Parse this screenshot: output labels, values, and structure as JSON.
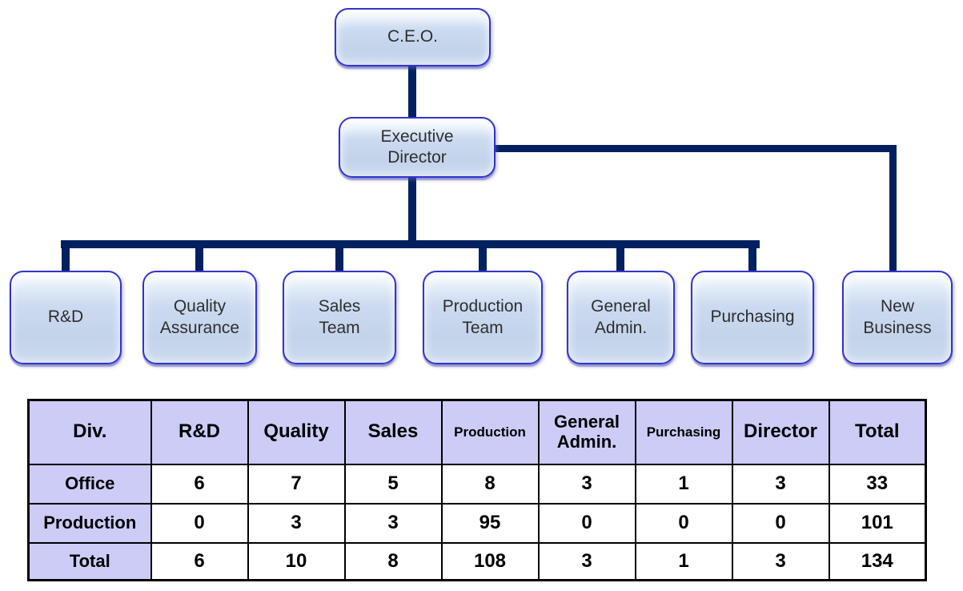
{
  "org_chart": {
    "nodes": [
      {
        "name": "ceo",
        "lines": [
          "C.E.O."
        ]
      },
      {
        "name": "executive-director",
        "lines": [
          "Executive",
          "Director"
        ]
      },
      {
        "name": "rnd",
        "lines": [
          "R&D"
        ]
      },
      {
        "name": "quality-assurance",
        "lines": [
          "Quality",
          "Assurance"
        ]
      },
      {
        "name": "sales-team",
        "lines": [
          "Sales",
          "Team"
        ]
      },
      {
        "name": "production-team",
        "lines": [
          "Production",
          "Team"
        ]
      },
      {
        "name": "general-admin",
        "lines": [
          "General",
          "Admin."
        ]
      },
      {
        "name": "purchasing",
        "lines": [
          "Purchasing"
        ]
      },
      {
        "name": "new-business",
        "lines": [
          "New",
          "Business"
        ]
      }
    ]
  },
  "staff_table": {
    "columns": [
      "Div.",
      "R&D",
      "Quality",
      "Sales",
      "Production",
      "General Admin.",
      "Purchasing",
      "Director",
      "Total"
    ],
    "rows": [
      {
        "label": "Office",
        "values": [
          6,
          7,
          5,
          8,
          3,
          1,
          3,
          33
        ]
      },
      {
        "label": "Production",
        "values": [
          0,
          3,
          3,
          95,
          0,
          0,
          0,
          101
        ]
      },
      {
        "label": "Total",
        "values": [
          6,
          10,
          8,
          108,
          3,
          1,
          3,
          134
        ]
      }
    ]
  },
  "colors": {
    "connector": "#002060",
    "box_border": "#3434cd",
    "box_fill": "#c6d6ee",
    "table_header_bg": "#ccccf7",
    "table_border": "#000000"
  }
}
